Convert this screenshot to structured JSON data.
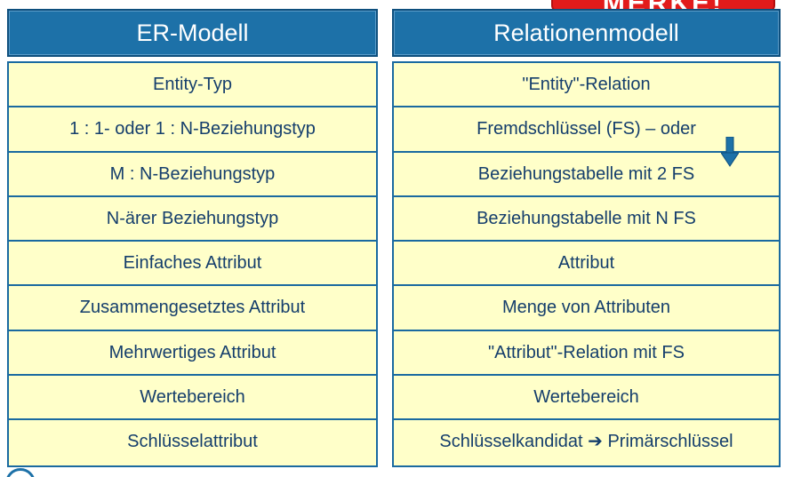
{
  "badge": {
    "text": "MERKE!"
  },
  "left": {
    "header": "ER-Modell",
    "rows": [
      "Entity-Typ",
      "1 : 1- oder 1 : N-Beziehungstyp",
      "M : N-Beziehungstyp",
      "N-ärer Beziehungstyp",
      "Einfaches Attribut",
      "Zusammengesetztes Attribut",
      "Mehrwertiges Attribut",
      "Wertebereich",
      "Schlüsselattribut"
    ]
  },
  "right": {
    "header": "Relationenmodell",
    "rows": [
      "\"Entity\"-Relation",
      "Fremdschlüssel (FS) – oder",
      "Beziehungstabelle mit 2 FS",
      "Beziehungstabelle mit N FS",
      "Attribut",
      "Menge von Attributen",
      "\"Attribut\"-Relation mit FS",
      "Wertebereich",
      "Schlüsselkandidat ➔ Primärschlüssel"
    ]
  },
  "icons": {
    "down_arrow": "arrow-down-icon",
    "corner": "circle-icon"
  },
  "colors": {
    "header_bg": "#1d71a8",
    "row_bg": "#ffffc9",
    "row_text": "#153e6c",
    "border": "#1a6aa0",
    "badge_bg": "#e21b1b"
  }
}
